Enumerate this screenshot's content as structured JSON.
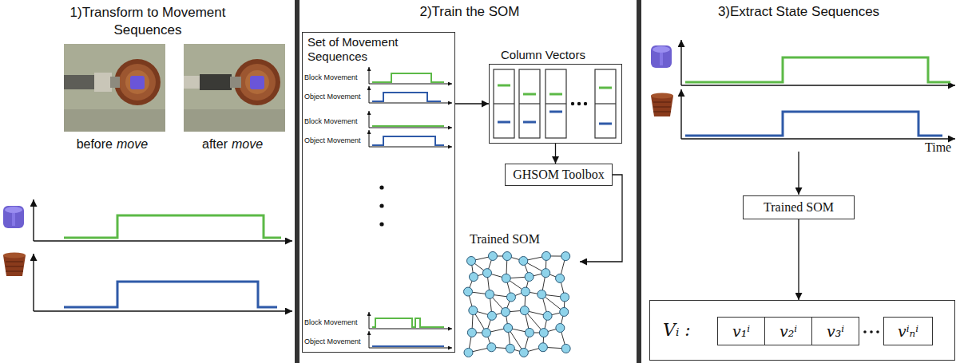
{
  "diagram": {
    "nodes": [
      {
        "text": [
          "Set of Movement Sequences"
        ]
      },
      {
        "text": [
          "Column Vectors"
        ]
      },
      {
        "text": [
          "GHSOM Toolbox"
        ]
      },
      {
        "text": [
          "Trained SOM"
        ]
      },
      {
        "text": [
          "Trained SOM"
        ]
      },
      {
        "text": [
          "Vᵢ :"
        ]
      },
      {
        "text": [
          "v₁ⁱ"
        ],
        "in": 5
      },
      {
        "text": [
          "v₂ⁱ"
        ],
        "in": 5
      },
      {
        "text": [
          "v₃ⁱ"
        ],
        "in": 5
      },
      {
        "text": [
          "vⁱₙⁱ"
        ],
        "in": 5
      }
    ],
    "edges": [
      {
        "from": 0,
        "to": 1,
        "arrow": "to"
      },
      {
        "from": 1,
        "to": 2,
        "arrow": "to"
      },
      {
        "from": 2,
        "to": 3,
        "arrow": "to"
      },
      {
        "from": 4,
        "to": 5,
        "arrow": "to"
      }
    ],
    "labels": [
      "1)Transform to Movement Sequences",
      "2)Train the SOM",
      "3)Extract State Sequences",
      "before",
      "move",
      "after",
      "move",
      "Block Movement",
      "Object Movement",
      "Block Movement",
      "Object Movement",
      "Block Movement",
      "Object Movement",
      "Time"
    ]
  }
}
